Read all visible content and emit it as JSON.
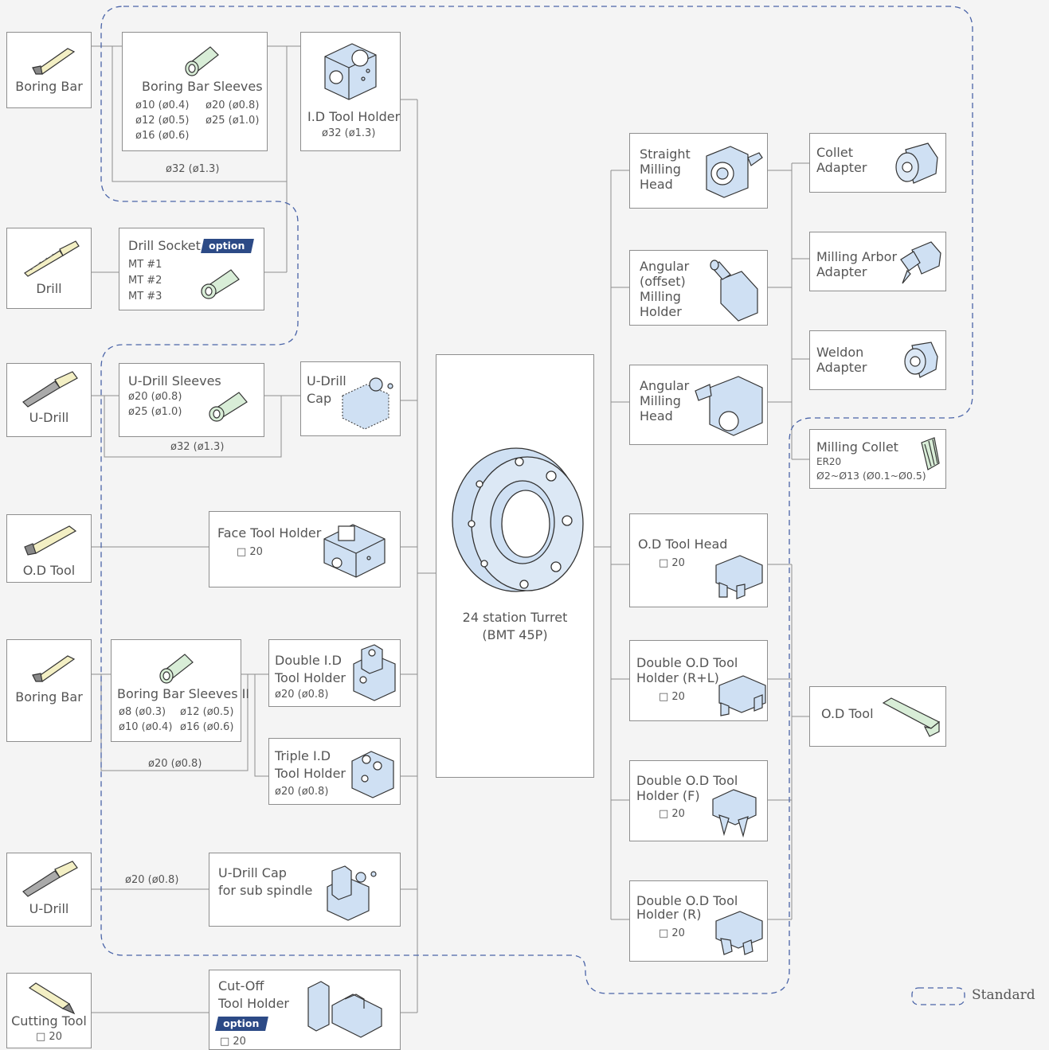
{
  "colors": {
    "line": "#8e8e8e",
    "dash": "#4a64a8",
    "option_bg": "#2c4a86",
    "part_fill": "#cfe0f3",
    "tool_fill": "#f3efc4",
    "green_fill": "#d8edd7"
  },
  "tools": {
    "boring_bar_1": "Boring Bar",
    "drill": "Drill",
    "u_drill_1": "U-Drill",
    "od_tool": "O.D Tool",
    "boring_bar_2": "Boring Bar",
    "u_drill_2": "U-Drill",
    "cutting_tool": "Cutting Tool",
    "cutting_tool_size": "□ 20"
  },
  "sleeves1": {
    "title": "Boring Bar Sleeves",
    "sizes": [
      "ø10 (ø0.4)",
      "ø20 (ø0.8)",
      "ø12 (ø0.5)",
      "ø25 (ø1.0)",
      "ø16 (ø0.6)"
    ],
    "bracket": "ø32 (ø1.3)"
  },
  "id_holder": {
    "title": "I.D Tool Holder",
    "size": "ø32 (ø1.3)"
  },
  "drill_socket": {
    "title": "Drill Socket",
    "option": "option",
    "sizes": [
      "MT #1",
      "MT #2",
      "MT #3"
    ]
  },
  "udrill_sleeves": {
    "title": "U-Drill Sleeves",
    "sizes": [
      "ø20 (ø0.8)",
      "ø25 (ø1.0)"
    ],
    "bracket": "ø32 (ø1.3)"
  },
  "udrill_cap": {
    "line1": "U-Drill",
    "line2": "Cap"
  },
  "face_holder": {
    "title": "Face Tool Holder",
    "size": "□ 20"
  },
  "sleeves2": {
    "title": "Boring Bar Sleeves II",
    "sizes": [
      "ø8 (ø0.3)",
      "ø12 (ø0.5)",
      "ø10 (ø0.4)",
      "ø16 (ø0.6)"
    ],
    "bracket": "ø20 (ø0.8)"
  },
  "double_id": {
    "line1": "Double I.D",
    "line2": "Tool Holder",
    "size": "ø20 (ø0.8)"
  },
  "triple_id": {
    "line1": "Triple I.D",
    "line2": "Tool Holder",
    "size": "ø20 (ø0.8)"
  },
  "udrill_sub": {
    "line1": "U-Drill Cap",
    "line2": "for sub spindle",
    "link": "ø20 (ø0.8)"
  },
  "cutoff": {
    "line1": "Cut-Off",
    "line2": "Tool Holder",
    "option": "option",
    "size": "□ 20"
  },
  "turret": {
    "line1": "24 station Turret",
    "line2": "(BMT 45P)"
  },
  "straight_milling": {
    "lines": [
      "Straight",
      "Milling",
      "Head"
    ]
  },
  "angular_offset": {
    "lines": [
      "Angular",
      "(offset)",
      "Milling",
      "Holder"
    ]
  },
  "angular_milling": {
    "lines": [
      "Angular",
      "Milling",
      "Head"
    ]
  },
  "od_head": {
    "title": "O.D Tool Head",
    "size": "□ 20"
  },
  "double_od_rl": {
    "line1": "Double O.D Tool",
    "line2": "Holder (R+L)",
    "size": "□ 20"
  },
  "double_od_f": {
    "line1": "Double O.D Tool",
    "line2": "Holder (F)",
    "size": "□ 20"
  },
  "double_od_r": {
    "line1": "Double O.D Tool",
    "line2": "Holder (R)",
    "size": "□ 20"
  },
  "collet_adapter": {
    "line1": "Collet",
    "line2": "Adapter"
  },
  "milling_arbor": {
    "line1": "Milling Arbor",
    "line2": "Adapter"
  },
  "weldon": {
    "line1": "Weldon",
    "line2": "Adapter"
  },
  "milling_collet": {
    "title": "Milling Collet",
    "line2": "ER20",
    "line3": "Ø2~Ø13 (Ø0.1~Ø0.5)"
  },
  "od_tool_right": {
    "label": "O.D Tool"
  },
  "legend": {
    "label": "Standard"
  }
}
